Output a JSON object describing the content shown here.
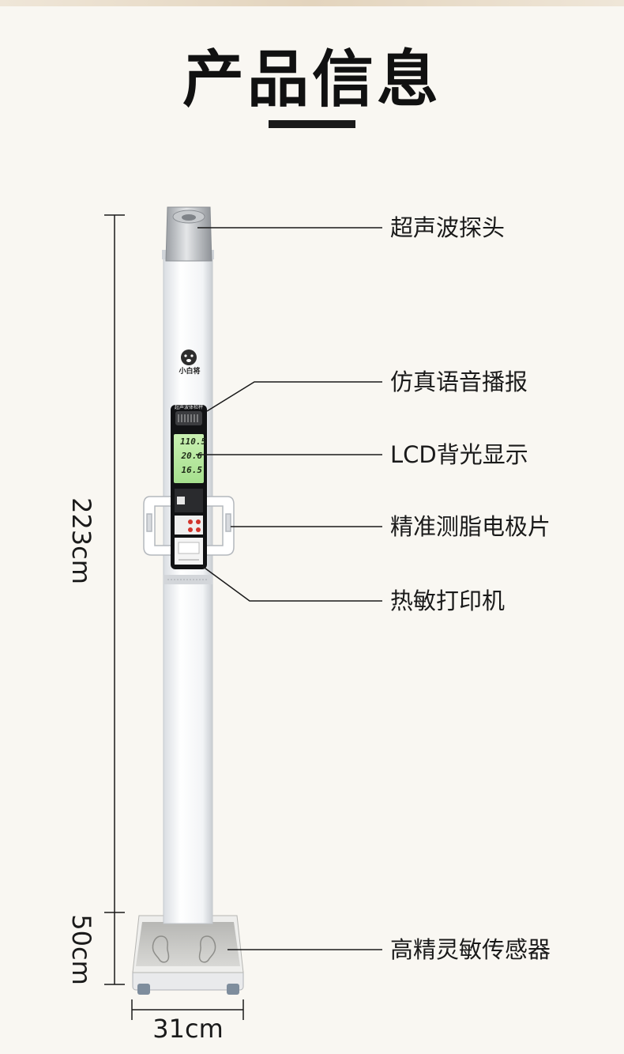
{
  "title": "产品信息",
  "dimensions": {
    "height_main": "223cm",
    "height_base": "50cm",
    "width_base": "31cm"
  },
  "callouts": [
    "超声波探头",
    "仿真语音播报",
    "LCD背光显示",
    "精准测脂电极片",
    "热敏打印机",
    "高精灵敏传感器"
  ],
  "device": {
    "brand": "小白将",
    "panel_header": "超声波体检秤",
    "lcd_values": [
      "110.5",
      "20.6",
      "16.5"
    ]
  }
}
